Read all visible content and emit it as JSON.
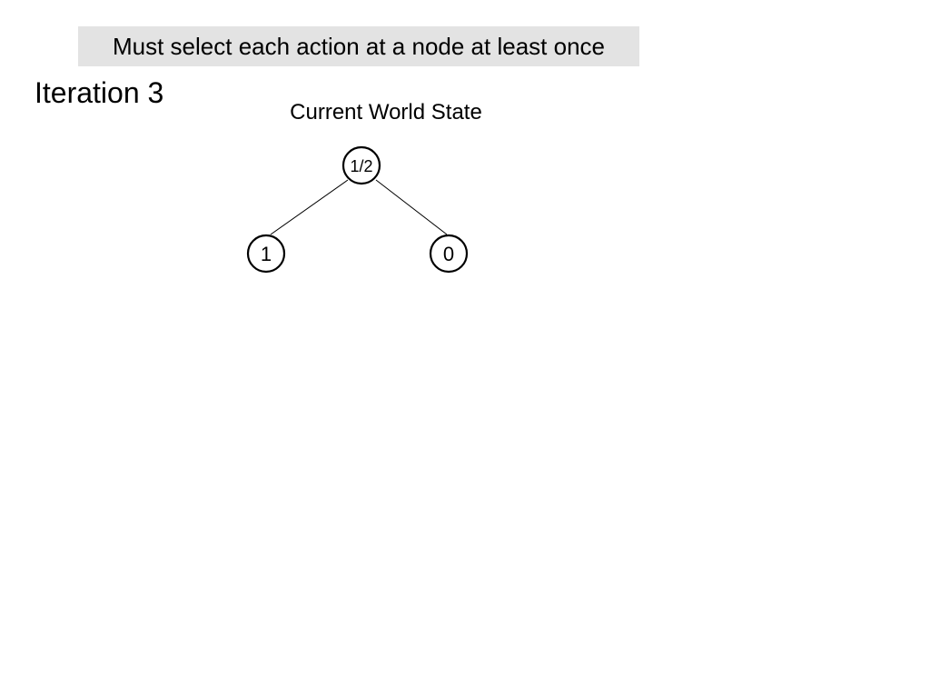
{
  "banner": {
    "text": "Must select each action at a node at least once",
    "background": "#e3e3e3"
  },
  "iteration_label": "Iteration 3",
  "tree": {
    "title": "Current World State",
    "root": {
      "label": "1/2"
    },
    "children": [
      {
        "label": "1"
      },
      {
        "label": "0"
      }
    ]
  }
}
